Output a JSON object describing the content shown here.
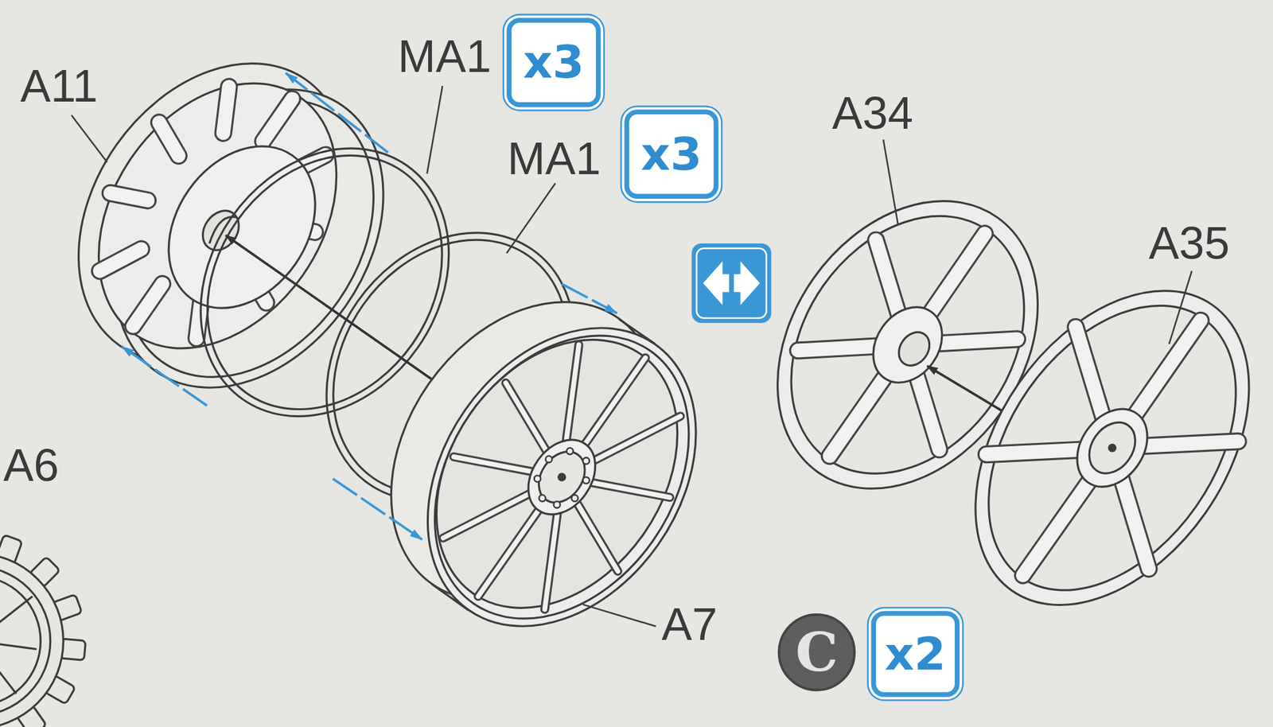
{
  "diagram": {
    "nodes": [
      {
        "text": [
          "x3"
        ]
      },
      {
        "text": [
          "x3"
        ]
      },
      {
        "text": [
          "C"
        ]
      },
      {
        "text": [
          "x2"
        ]
      }
    ],
    "labels": [
      "A11",
      "MA1",
      "MA1",
      "A34",
      "A35",
      "A6",
      "A7"
    ]
  }
}
